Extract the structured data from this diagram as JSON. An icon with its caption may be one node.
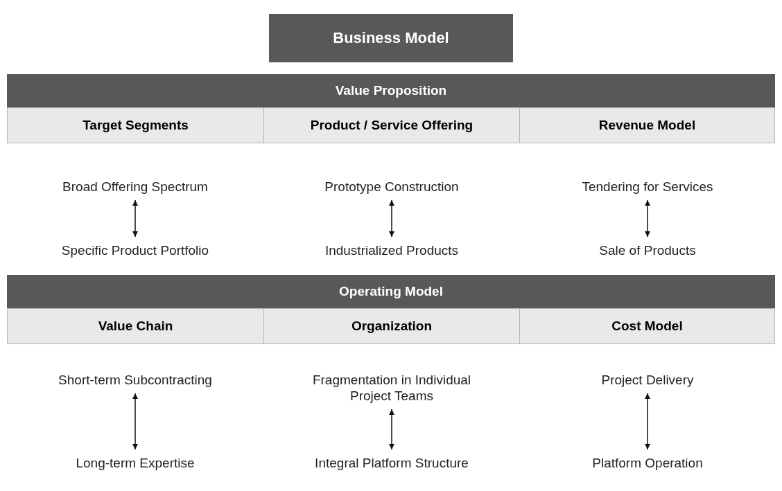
{
  "diagram": {
    "nodes": [
      {
        "text": [
          "Business Model"
        ]
      },
      {
        "text": [
          "Value Proposition"
        ]
      },
      {
        "text": [
          "Target Segments"
        ]
      },
      {
        "text": [
          "Product / Service Offering"
        ]
      },
      {
        "text": [
          "Revenue Model"
        ]
      },
      {
        "text": [
          "Broad Offering Spectrum"
        ]
      },
      {
        "text": [
          "Specific Product Portfolio"
        ]
      },
      {
        "text": [
          "Prototype Construction"
        ]
      },
      {
        "text": [
          "Industrialized Products"
        ]
      },
      {
        "text": [
          "Tendering for Services"
        ]
      },
      {
        "text": [
          "Sale of Products"
        ]
      },
      {
        "text": [
          "Operating Model"
        ]
      },
      {
        "text": [
          "Value Chain"
        ]
      },
      {
        "text": [
          "Organization"
        ]
      },
      {
        "text": [
          "Cost Model"
        ]
      },
      {
        "text": [
          "Short-term Subcontracting"
        ]
      },
      {
        "text": [
          "Long-term Expertise"
        ]
      },
      {
        "text": [
          "Fragmentation in Individual Project Teams"
        ]
      },
      {
        "text": [
          "Integral Platform Structure"
        ]
      },
      {
        "text": [
          "Project Delivery"
        ]
      },
      {
        "text": [
          "Platform Operation"
        ]
      }
    ],
    "edges": [
      {
        "from": 5,
        "to": 6,
        "arrow": "both"
      },
      {
        "from": 7,
        "to": 8,
        "arrow": "both"
      },
      {
        "from": 9,
        "to": 10,
        "arrow": "both"
      },
      {
        "from": 15,
        "to": 16,
        "arrow": "both"
      },
      {
        "from": 17,
        "to": 18,
        "arrow": "both"
      },
      {
        "from": 19,
        "to": 20,
        "arrow": "both"
      }
    ]
  }
}
